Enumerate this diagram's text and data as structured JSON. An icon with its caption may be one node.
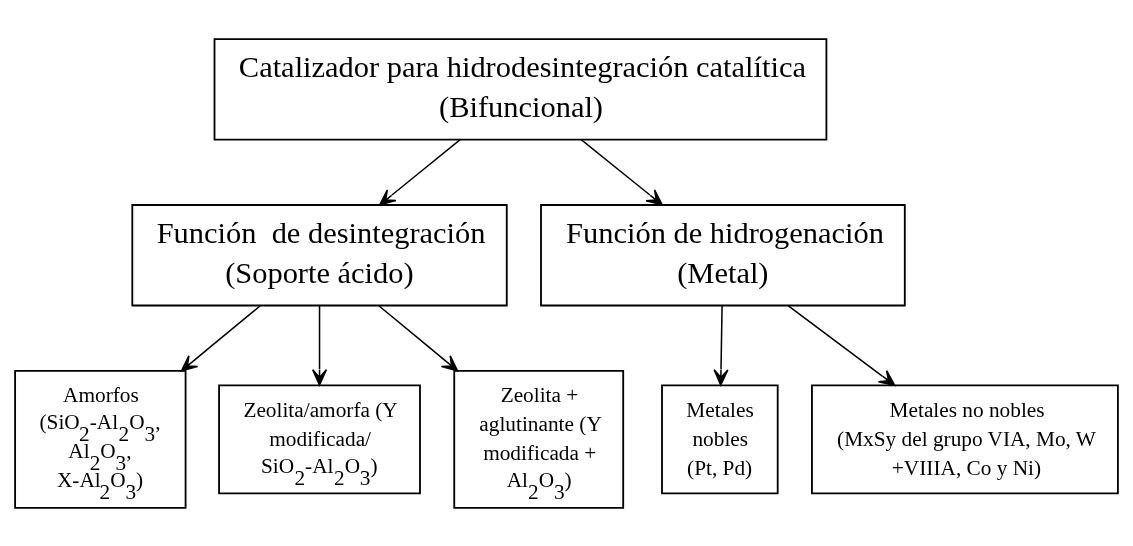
{
  "diagram": {
    "nodes": [
      {
        "text": [
          "Catalizador para hidrodesintegración catalítica",
          "(Bifuncional)"
        ]
      },
      {
        "text": [
          "Función  de desintegración",
          "(Soporte ácido)"
        ]
      },
      {
        "text": [
          "Función de hidrogenación",
          "(Metal)"
        ]
      },
      {
        "text": [
          "Amorfos",
          "(SiO$_{2}$-Al$_{2}$O$_{3}$, Al$_{2}$O$_{3}$, X-Al$_{2}$O$_{3}$)"
        ]
      },
      {
        "text": [
          "Zeolita/amorfa (Y modificada/ SiO$_{2}$-Al$_{2}$O$_{3}$)"
        ]
      },
      {
        "text": [
          "Zeolita + aglutinante (Y modificada + Al$_{2}$O$_{3}$)"
        ]
      },
      {
        "text": [
          "Metales nobles",
          "(Pt, Pd)"
        ]
      },
      {
        "text": [
          "Metales no nobles",
          "(MxSy del grupo VIA, Mo, W +VIIIA, Co y Ni)"
        ]
      }
    ],
    "edges": [
      {
        "from": 0,
        "to": 1,
        "arrow": "to"
      },
      {
        "from": 0,
        "to": 2,
        "arrow": "to"
      },
      {
        "from": 1,
        "to": 3,
        "arrow": "to"
      },
      {
        "from": 1,
        "to": 4,
        "arrow": "to"
      },
      {
        "from": 1,
        "to": 5,
        "arrow": "to"
      },
      {
        "from": 2,
        "to": 6,
        "arrow": "to"
      },
      {
        "from": 2,
        "to": 7,
        "arrow": "to"
      }
    ]
  }
}
